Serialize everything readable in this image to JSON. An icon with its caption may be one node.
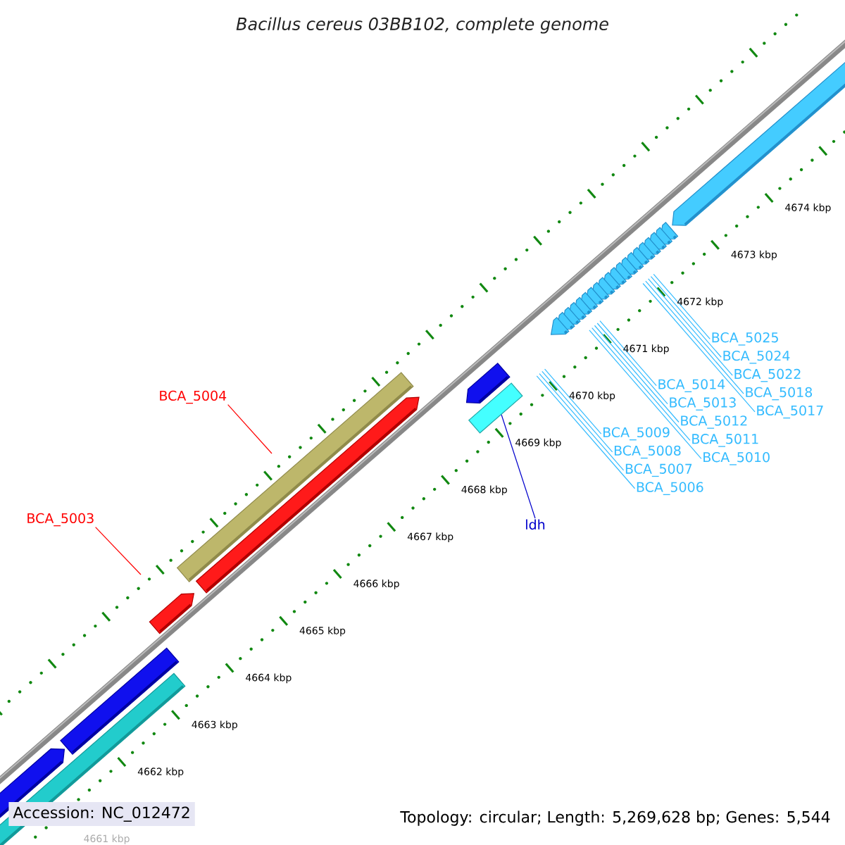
{
  "diagram": {
    "title": "Bacillus cereus 03BB102, complete genome",
    "nodes": [
      {
        "text": [
          "BCA_5004"
        ]
      },
      {
        "text": [
          "BCA_5025"
        ]
      },
      {
        "text": [
          "BCA_5024"
        ]
      },
      {
        "text": [
          "BCA_5022"
        ]
      },
      {
        "text": [
          "BCA_5017"
        ]
      },
      {
        "text": [
          "BCA_5013"
        ]
      },
      {
        "text": [
          "BCA_5014"
        ]
      },
      {
        "text": [
          "BCA_5003"
        ]
      },
      {
        "text": [
          "BCA_5009"
        ]
      },
      {
        "text": [
          "BCA_5010"
        ]
      },
      {
        "text": [
          "BCA_5018"
        ]
      },
      {
        "text": [
          "BCA_5008"
        ]
      },
      {
        "text": [
          "BCA_5011"
        ]
      },
      {
        "text": [
          "BCA_5007"
        ]
      },
      {
        "text": [
          "BCA_5012"
        ]
      },
      {
        "text": [
          "BCA_5006"
        ]
      },
      {
        "text": [
          "ldh"
        ]
      },
      {
        "text": [],
        "shape": "box"
      }
    ],
    "edges": [
      {
        "from": 0,
        "to": null,
        "arrow": "none",
        "color": "#ff0000"
      },
      {
        "from": 1,
        "to": null,
        "arrow": "none"
      },
      {
        "from": 2,
        "to": null,
        "arrow": "none"
      },
      {
        "from": 3,
        "to": null,
        "arrow": "none"
      },
      {
        "from": 4,
        "to": null,
        "arrow": "none"
      },
      {
        "from": 5,
        "to": null,
        "arrow": "none"
      },
      {
        "from": 6,
        "to": null,
        "arrow": "none"
      },
      {
        "from": 7,
        "to": null,
        "arrow": "none",
        "color": "#ff0000"
      },
      {
        "from": 8,
        "to": null,
        "arrow": "none"
      },
      {
        "from": 9,
        "to": null,
        "arrow": "none"
      },
      {
        "from": 10,
        "to": null,
        "arrow": "none"
      },
      {
        "from": 11,
        "to": null,
        "arrow": "none"
      },
      {
        "from": 12,
        "to": null,
        "arrow": "none"
      },
      {
        "from": 13,
        "to": null,
        "arrow": "none"
      },
      {
        "from": 14,
        "to": null,
        "arrow": "none"
      },
      {
        "from": 15,
        "to": null,
        "arrow": "none"
      },
      {
        "from": 16,
        "to": 17,
        "arrow": "none",
        "color": "#0000cc"
      }
    ],
    "labels": [
      "4674 kbp",
      "4673 kbp",
      "4672 kbp",
      "4671 kbp",
      "4670 kbp",
      "4669 kbp",
      "4668 kbp",
      "4667 kbp",
      "4666 kbp",
      "4665 kbp",
      "4664 kbp",
      "4663 kbp",
      "4662 kbp",
      "4661 kbp",
      "Accession: NC_012472",
      "Topology: circular; Length: 5,269,628 bp; Genes: 5,544"
    ]
  }
}
